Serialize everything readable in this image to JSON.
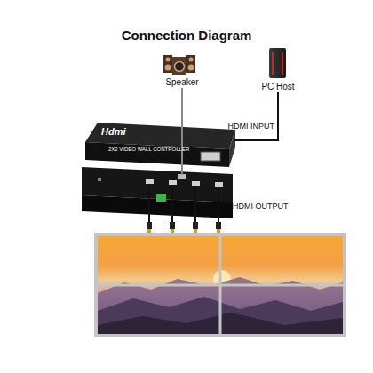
{
  "diagram": {
    "title": "Connection Diagram",
    "nodes": [
      {
        "text": [
          "Speaker"
        ]
      },
      {
        "text": [
          "PC Host"
        ]
      },
      {
        "text": [
          "Hdmi",
          "2X2 VIDEO WALL CONTROLLER"
        ]
      }
    ],
    "edges": [
      {
        "from": 0,
        "to": 2,
        "arrow": "none"
      },
      {
        "from": 1,
        "to": 2,
        "label": "HDMI INPUT",
        "arrow": "none"
      }
    ],
    "labels": [
      "HDMI OUTPUT"
    ]
  }
}
